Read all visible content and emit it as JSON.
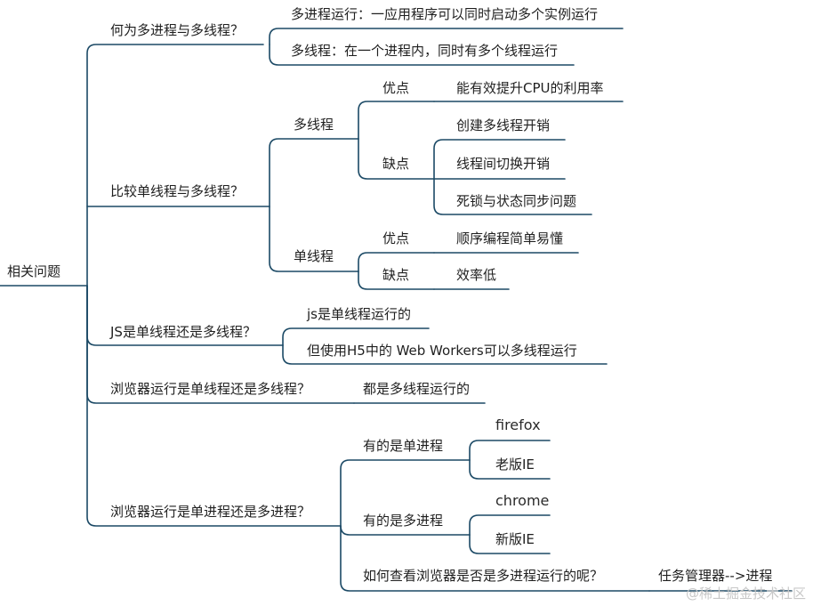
{
  "root": "相关问题",
  "q1": {
    "label": "何为多进程与多线程？",
    "a1": "多进程运行：一应用程序可以同时启动多个实例运行",
    "a2": "多线程：在一个进程内，同时有多个线程运行"
  },
  "q2": {
    "label": "比较单线程与多线程？",
    "multi": {
      "label": "多线程",
      "pros_label": "优点",
      "pro1": "能有效提升CPU的利用率",
      "cons_label": "缺点",
      "con1": "创建多线程开销",
      "con2": "线程间切换开销",
      "con3": "死锁与状态同步问题"
    },
    "single": {
      "label": "单线程",
      "pros_label": "优点",
      "pro1": "顺序编程简单易懂",
      "cons_label": "缺点",
      "con1": "效率低"
    }
  },
  "q3": {
    "label": "JS是单线程还是多线程？",
    "a1": "js是单线程运行的",
    "a2": "但使用H5中的 Web Workers可以多线程运行"
  },
  "q4": {
    "label": "浏览器运行是单线程还是多线程？",
    "a1": "都是多线程运行的"
  },
  "q5": {
    "label": "浏览器运行是单进程还是多进程？",
    "single": {
      "label": "有的是单进程",
      "b1": "firefox",
      "b2": "老版IE"
    },
    "multi": {
      "label": "有的是多进程",
      "b1": "chrome",
      "b2": "新版IE"
    },
    "check": {
      "label": "如何查看浏览器是否是多进程运行的呢？",
      "answer": "任务管理器-->进程"
    }
  },
  "watermark": "@稀土掘金技术社区",
  "colors": {
    "line": "#1b4965",
    "text": "#1f1f1f",
    "watermark": "#c8c8c8"
  }
}
